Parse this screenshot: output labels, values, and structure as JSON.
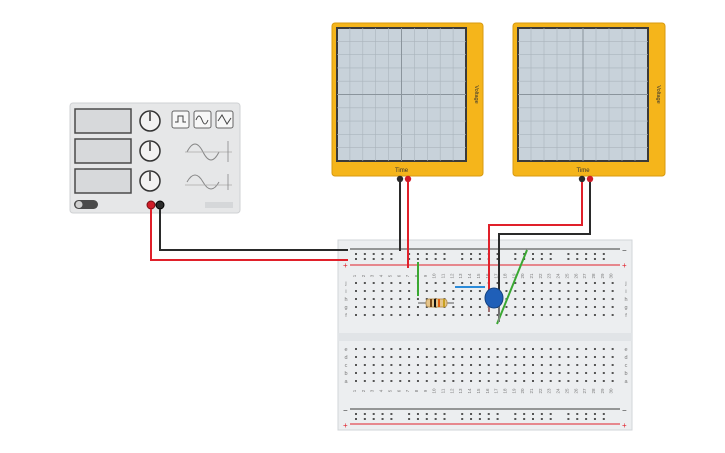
{
  "function_generator": {
    "waveform_buttons": [
      "square-wave",
      "sine-wave",
      "triangle-wave"
    ],
    "power_toggle": "off",
    "terminals": [
      "positive",
      "negative"
    ]
  },
  "oscilloscopes": [
    {
      "x_axis_label": "Time",
      "y_axis_label": "Voltage"
    },
    {
      "x_axis_label": "Time",
      "y_axis_label": "Voltage"
    }
  ],
  "breadboard": {
    "rail_plus_symbol": "+",
    "rail_minus_symbol": "−",
    "columns": 30,
    "row_letters_top": [
      "j",
      "i",
      "h",
      "g",
      "f"
    ],
    "row_letters_bottom": [
      "e",
      "d",
      "c",
      "b",
      "a"
    ],
    "column_numbers": [
      "1",
      "2",
      "3",
      "4",
      "5",
      "6",
      "7",
      "8",
      "9",
      "10",
      "11",
      "12",
      "13",
      "14",
      "15",
      "16",
      "17",
      "18",
      "19",
      "20",
      "21",
      "22",
      "23",
      "24",
      "25",
      "26",
      "27",
      "28",
      "29",
      "30"
    ]
  },
  "components": [
    "resistor",
    "capacitor"
  ],
  "colors": {
    "scope_frame": "#f5b51b",
    "screen_bg": "#c8d2da",
    "wire_red": "#e0202a",
    "wire_black": "#2a2a2a",
    "wire_green": "#3aa832",
    "wire_blue": "#2a8ad8",
    "capacitor": "#1f5fb8"
  }
}
